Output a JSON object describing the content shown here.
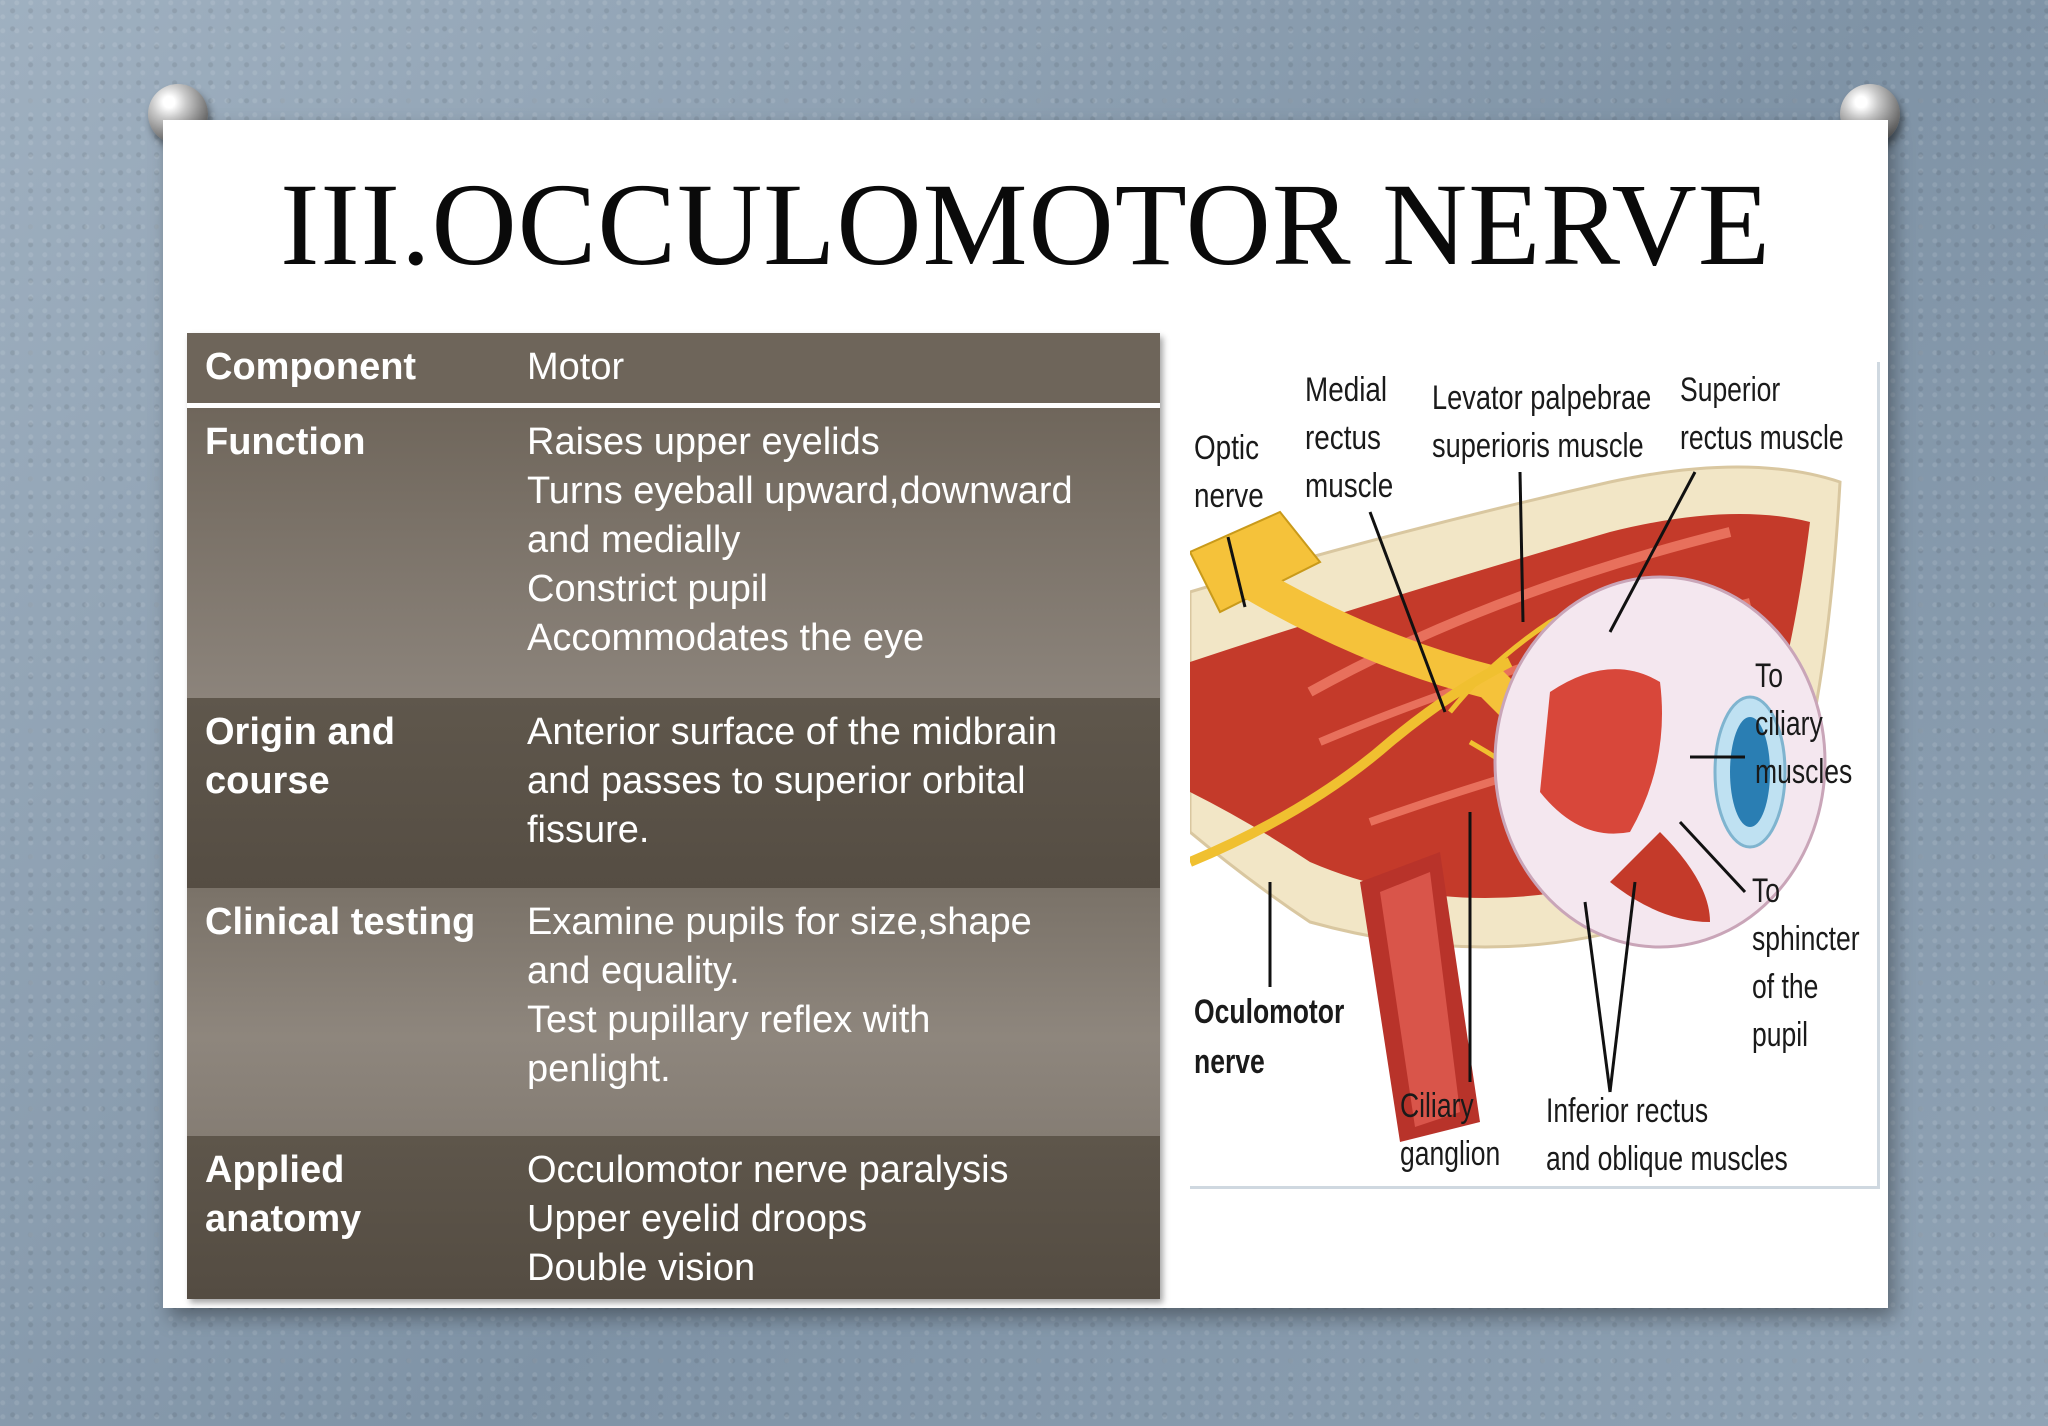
{
  "slide": {
    "title": "III.OCCULOMOTOR NERVE",
    "rows": [
      {
        "key": "Component",
        "value": [
          "Motor"
        ]
      },
      {
        "key": "Function",
        "value": [
          "Raises upper eyelids",
          "Turns eyeball upward,downward",
          "and medially",
          "Constrict pupil",
          "Accommodates the eye"
        ]
      },
      {
        "key": "Origin and course",
        "key_lines": [
          "Origin and",
          "course"
        ],
        "value": [
          "Anterior surface of the midbrain",
          "and passes to superior orbital",
          "fissure."
        ]
      },
      {
        "key": "Clinical testing",
        "value": [
          "Examine pupils for size,shape",
          "and equality.",
          "Test pupillary reflex with",
          "penlight."
        ]
      },
      {
        "key": "Applied anatomy",
        "key_lines": [
          "Applied",
          "anatomy"
        ],
        "value": [
          "Occulomotor nerve paralysis",
          "Upper eyelid droops",
          "Double vision"
        ]
      }
    ]
  },
  "figure": {
    "labels": {
      "optic_nerve": [
        "Optic",
        "nerve"
      ],
      "medial_rectus": [
        "Medial",
        "rectus",
        "muscle"
      ],
      "levator": [
        "Levator palpebrae",
        "superioris muscle"
      ],
      "superior_rectus": [
        "Superior",
        "rectus muscle"
      ],
      "ciliary_muscles": [
        "To",
        "ciliary",
        "muscles"
      ],
      "sphincter": [
        "To",
        "sphincter",
        "of the",
        "pupil"
      ],
      "oculomotor": [
        "Oculomotor",
        "nerve"
      ],
      "ciliary_ganglion": [
        "Ciliary",
        "ganglion"
      ],
      "inferior": [
        "Inferior rectus",
        "and oblique muscles"
      ]
    }
  }
}
